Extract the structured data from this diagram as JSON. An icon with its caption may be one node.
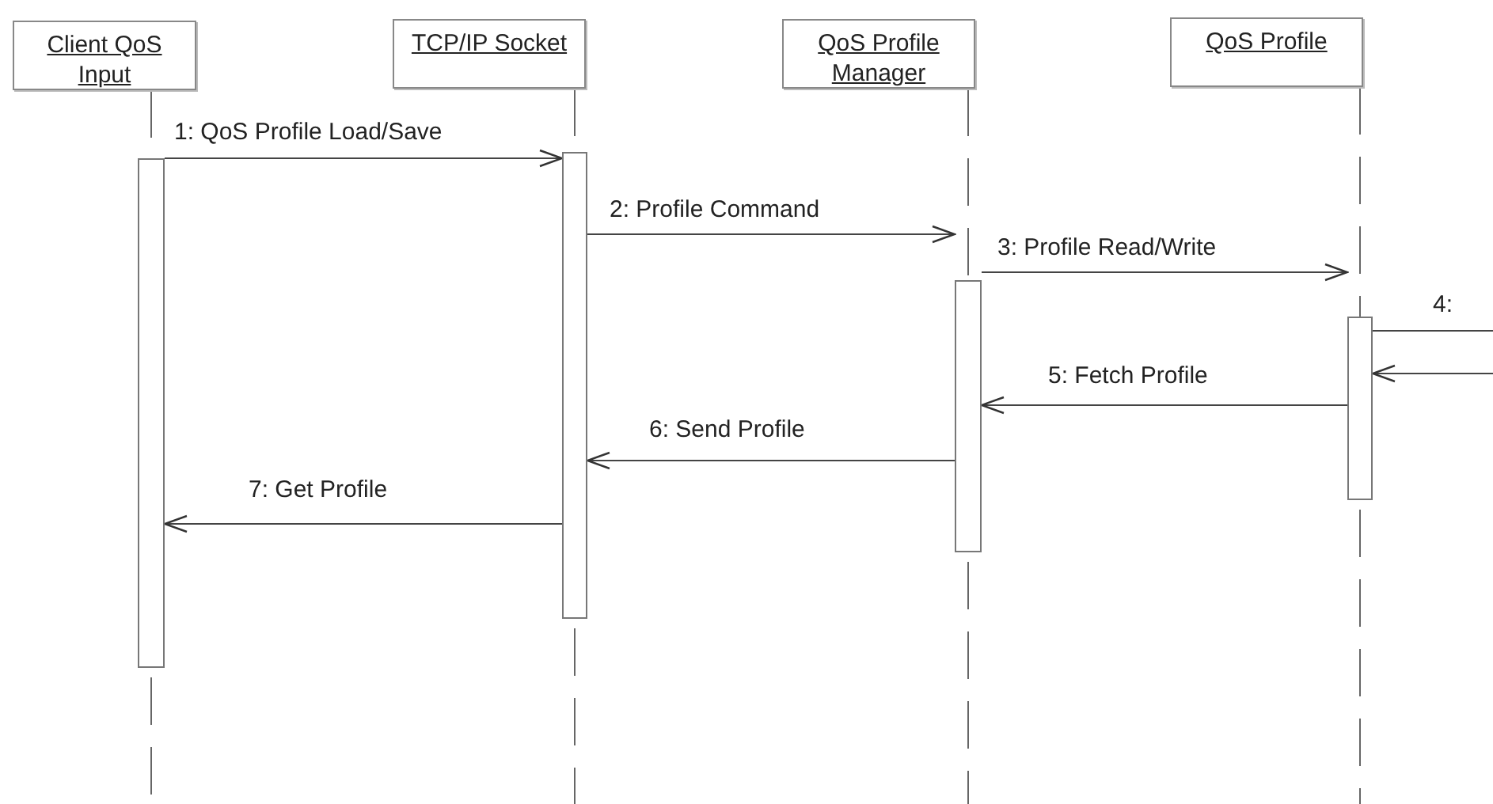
{
  "diagram": {
    "nodes": [
      {
        "text": [
          "Client QoS Input"
        ]
      },
      {
        "text": [
          "TCP/IP Socket"
        ]
      },
      {
        "text": [
          "QoS Profile Manager"
        ]
      },
      {
        "text": [
          "QoS Profile"
        ]
      },
      {
        "text": [],
        "shape": "bar"
      },
      {
        "text": [],
        "shape": "bar"
      },
      {
        "text": [],
        "shape": "bar"
      },
      {
        "text": [],
        "shape": "bar"
      }
    ],
    "edges": [
      {
        "from": 0,
        "to": 4,
        "arrow": "none",
        "style": "dashed"
      },
      {
        "from": 1,
        "to": 5,
        "arrow": "none",
        "style": "dashed"
      },
      {
        "from": 2,
        "to": 6,
        "arrow": "none",
        "style": "dashed"
      },
      {
        "from": 3,
        "to": 7,
        "arrow": "none",
        "style": "dashed"
      },
      {
        "from": 4,
        "to": 5,
        "arrow": "to",
        "label": "1: QoS Profile Load/Save"
      },
      {
        "from": 5,
        "to": 6,
        "arrow": "to",
        "label": "2: Profile Command"
      },
      {
        "from": 6,
        "to": 7,
        "arrow": "to",
        "label": "3: Profile Read/Write"
      },
      {
        "from": 7,
        "to": null,
        "arrow": "none",
        "label": "4:"
      },
      {
        "from": null,
        "to": 7,
        "arrow": "to"
      },
      {
        "from": 7,
        "to": 6,
        "arrow": "to",
        "label": "5: Fetch Profile"
      },
      {
        "from": 6,
        "to": 5,
        "arrow": "to",
        "label": "6: Send Profile"
      },
      {
        "from": 5,
        "to": 4,
        "arrow": "to",
        "label": "7: Get Profile"
      }
    ]
  }
}
